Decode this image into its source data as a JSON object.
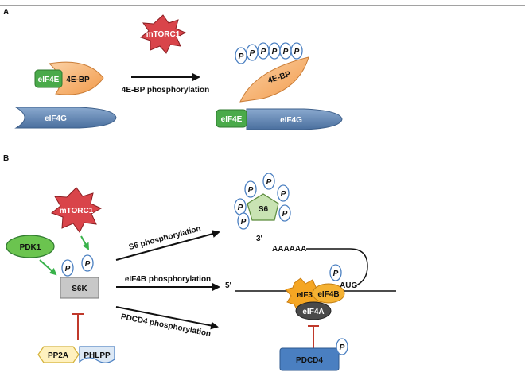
{
  "panels": {
    "a_label": "A",
    "b_label": "B"
  },
  "panel_a": {
    "mtorc1": "mTORC1",
    "eif4e": "eIF4E",
    "fourebp": "4E-BP",
    "eif4g": "eIF4G",
    "arrow_label": "4E-BP phosphorylation",
    "p_label": "P",
    "right_eif4e": "eIF4E",
    "right_eif4g": "eIF4G",
    "right_4ebp": "4E-BP"
  },
  "panel_b": {
    "mtorc1": "mTORC1",
    "pdk1": "PDK1",
    "s6k": "S6K",
    "p_label": "P",
    "pp2a": "PP2A",
    "phlpp": "PHLPP",
    "s6_arrow": "S6 phosphorylation",
    "eif4b_arrow": "eIF4B phosphorylation",
    "pdcd4_arrow": "PDCD4 phosphorylation",
    "s6": "S6",
    "three_prime": "3'",
    "polya": "AAAAAA",
    "five_prime": "5'",
    "aug": "AUG",
    "eif3": "eIF3",
    "eif4b": "eIF4B",
    "eif4a": "eIF4A",
    "pdcd4": "PDCD4"
  },
  "colors": {
    "mtorc1": "#d9444a",
    "eif4e": "#4aaa4a",
    "fourebp": "#f5b274",
    "eif4g": "#5b83b5",
    "pdk1": "#6bc44f",
    "s6k": "#c8c8c8",
    "s6": "#c9e3b3",
    "eif3": "#f5a623",
    "eif4b": "#f5b233",
    "eif4a": "#4a4a4a",
    "pdcd4": "#4a7fc1",
    "pp2a": "#fff1bf",
    "phlpp": "#dce8f5",
    "inhibition": "#c0392b",
    "activation": "#38b24a"
  }
}
